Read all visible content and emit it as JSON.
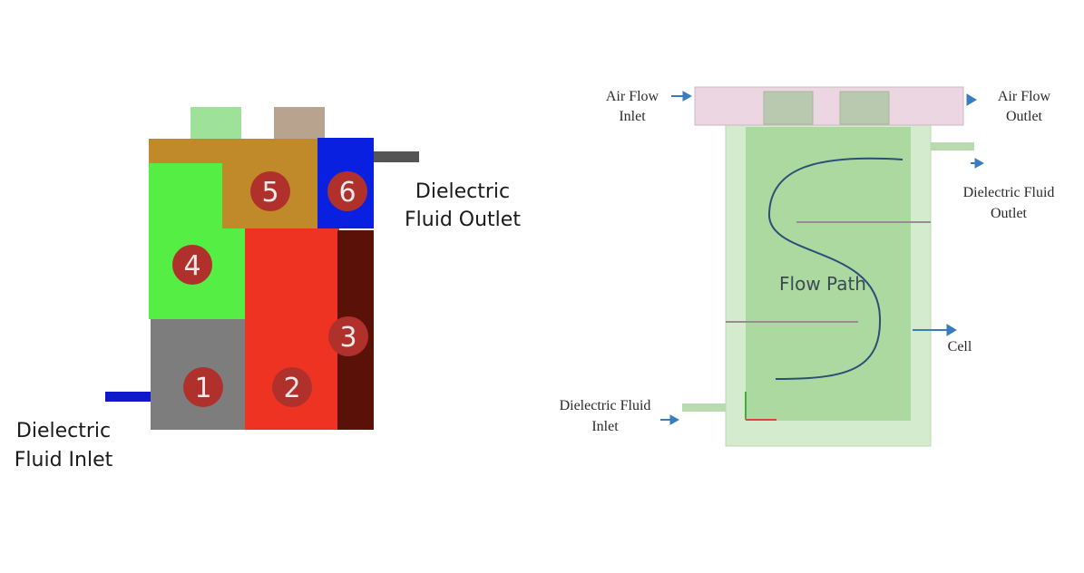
{
  "left_diagram": {
    "outlet_label_line1": "Dielectric",
    "outlet_label_line2": "Fluid Outlet",
    "inlet_label_line1": "Dielectric",
    "inlet_label_line2": "Fluid Inlet",
    "zones": [
      {
        "id": "1",
        "color": "#808080"
      },
      {
        "id": "2",
        "color": "#ee3323"
      },
      {
        "id": "3",
        "color": "#5a1208"
      },
      {
        "id": "4",
        "color": "#55ee44"
      },
      {
        "id": "5",
        "color": "#c08a2a"
      },
      {
        "id": "6",
        "color": "#0a20e0"
      }
    ],
    "badge_color": "#b0312c"
  },
  "right_diagram": {
    "air_inlet_line1": "Air Flow",
    "air_inlet_line2": "Inlet",
    "air_outlet_line1": "Air Flow",
    "air_outlet_line2": "Outlet",
    "fluid_outlet_line1": "Dielectric Fluid",
    "fluid_outlet_line2": "Outlet",
    "fluid_inlet_line1": "Dielectric Fluid",
    "fluid_inlet_line2": "Inlet",
    "flow_path": "Flow Path",
    "cell": "Cell",
    "arrow_color": "#3a7cc0",
    "housing_color": "#cde6c6",
    "inner_color": "#a9d69c",
    "top_cap_color": "#ecd8e4"
  }
}
